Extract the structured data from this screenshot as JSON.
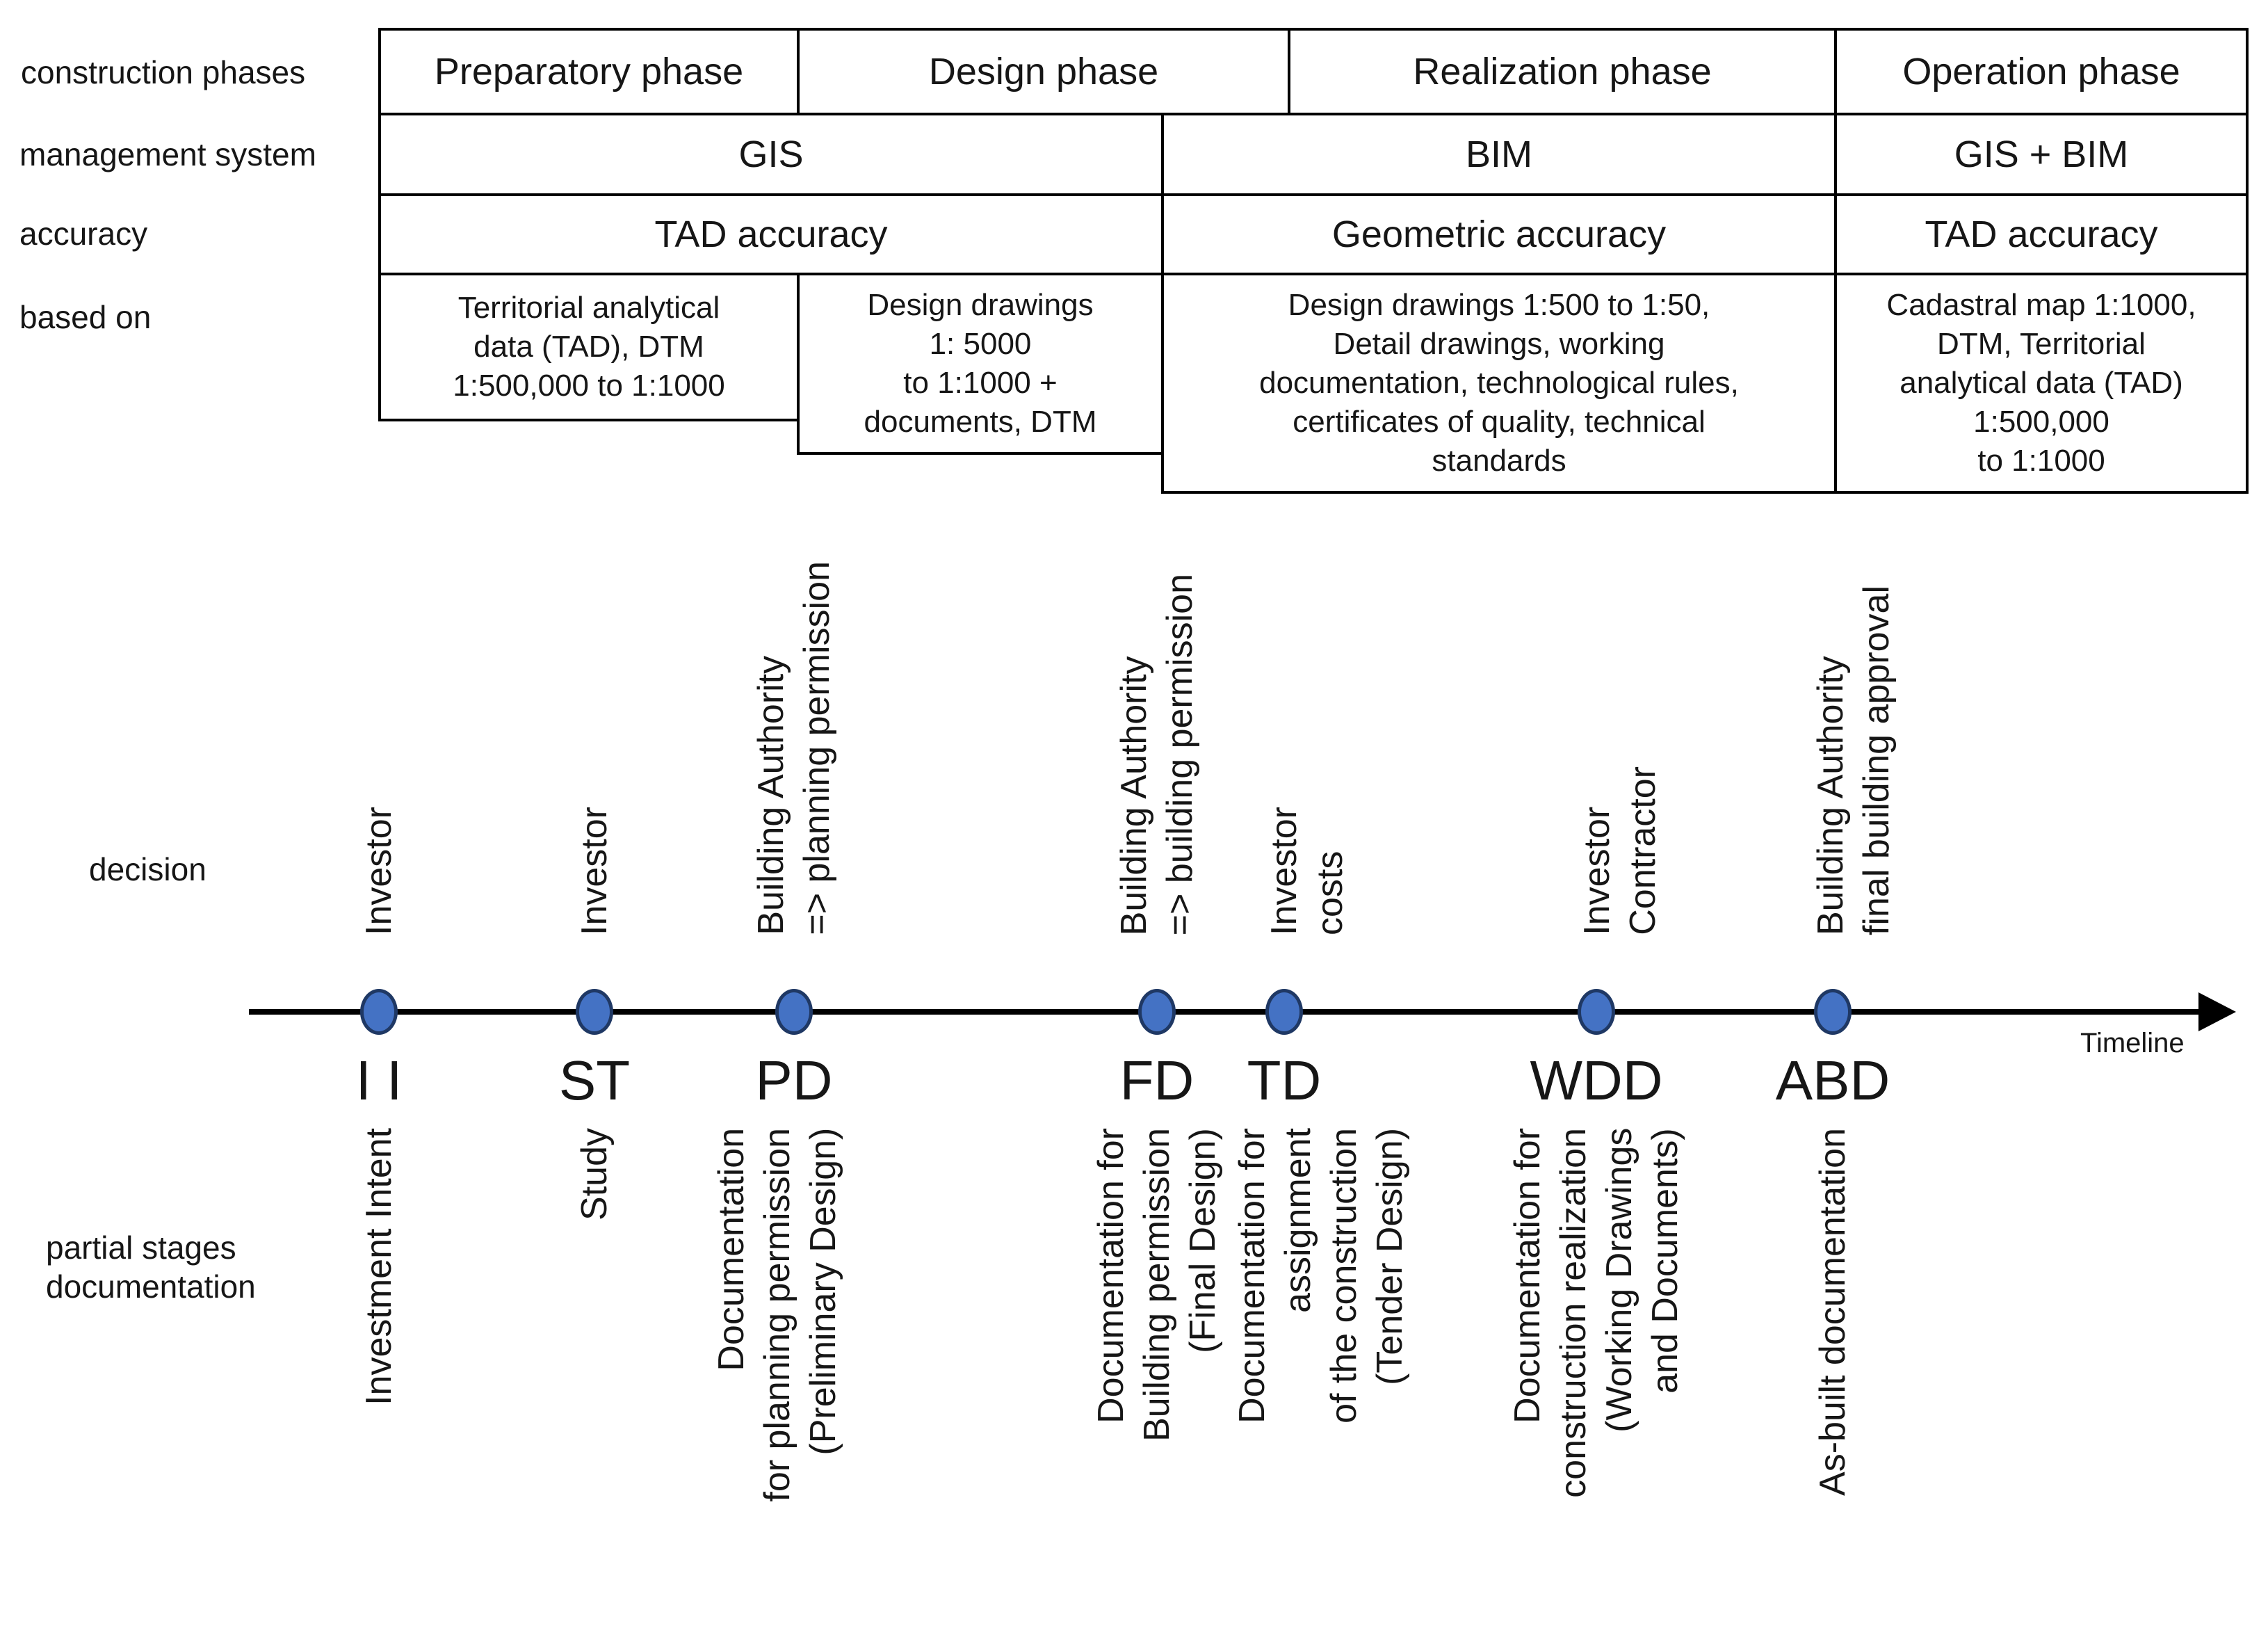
{
  "left_labels": {
    "construction_phases": "construction phases",
    "management_system": "management system",
    "accuracy": "accuracy",
    "based_on": "based on",
    "decision": "decision",
    "partial_stages": "partial stages\ndocumentation"
  },
  "table": {
    "construction_phases": [
      "Preparatory phase",
      "Design phase",
      "Realization phase",
      "Operation  phase"
    ],
    "management_system": [
      "GIS",
      "BIM",
      "GIS + BIM"
    ],
    "accuracy": [
      "TAD accuracy",
      "Geometric accuracy",
      "TAD accuracy"
    ],
    "based_on": [
      "Territorial analytical\ndata (TAD), DTM\n1:500,000 to 1:1000",
      "Design drawings\n1: 5000\nto 1:1000 +\ndocuments, DTM",
      "Design drawings 1:500 to 1:50,\nDetail drawings, working\ndocumentation, technological rules,\ncertificates of quality, technical\nstandards",
      "Cadastral map 1:1000,\nDTM, Territorial\nanalytical data (TAD)\n1:500,000\nto 1:1000"
    ]
  },
  "timeline": {
    "axis_label": "Timeline",
    "milestones": [
      {
        "code": "I I",
        "decision": "Investor",
        "documentation": "Investment Intent"
      },
      {
        "code": "ST",
        "decision": "Investor",
        "documentation": "Study"
      },
      {
        "code": "PD",
        "decision": "Building Authority\n=> planning permission",
        "documentation": "Documentation\nfor planning permission\n(Preliminary Design)"
      },
      {
        "code": "FD",
        "decision": "Building Authority\n=> building permission",
        "documentation": "Documentation for\nBuilding permission\n(Final Design)"
      },
      {
        "code": "TD",
        "decision": "Investor\ncosts",
        "documentation": "Documentation for\nassignment\nof the construction\n(Tender Design)"
      },
      {
        "code": "WDD",
        "decision": "Investor\nContractor",
        "documentation": "Documentation for\nconstruction realization\n(Working Drawings\nand Documents)"
      },
      {
        "code": "ABD",
        "decision": "Building Authority\nfinal building approval",
        "documentation": "As-built documentation"
      }
    ]
  },
  "colors": {
    "marker_fill": "#4472c4",
    "marker_border": "#1f3864",
    "axis_line": "#000000",
    "table_border": "#000000",
    "text": "#161616",
    "background": "#ffffff"
  }
}
